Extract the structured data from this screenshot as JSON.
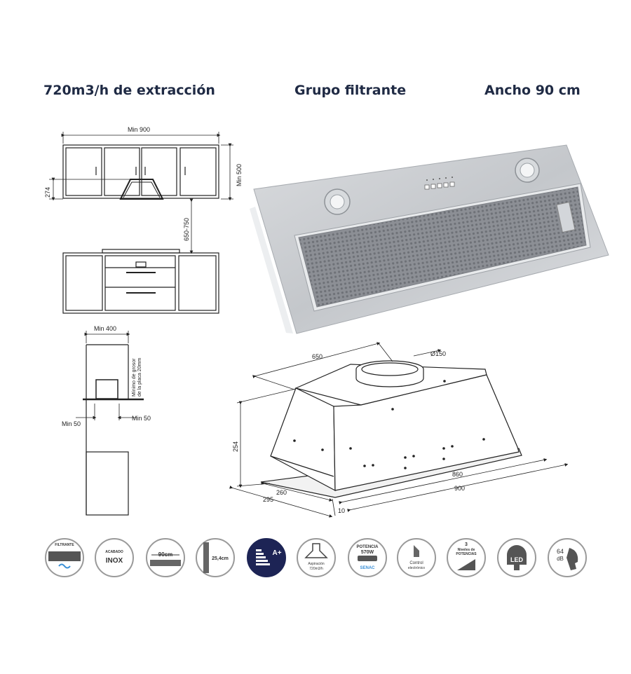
{
  "header": {
    "extraction": "720m3/h de extracción",
    "filter": "Grupo filtrante",
    "width": "Ancho 90 cm"
  },
  "drawing_left": {
    "min_900": "Min 900",
    "min_500": "Min 500",
    "h_274": "274",
    "h_650_750": "650-750",
    "min_400": "Min 400",
    "min_50_left": "Min 50",
    "min_50_right": "Min 50",
    "min_grease_1": "Mínimo de grosor",
    "min_grease_2": "de la placa 20mm"
  },
  "drawing_right": {
    "d_650": "650",
    "d_150": "Ø150",
    "d_254": "254",
    "d_260": "260",
    "d_295": "295",
    "d_860": "860",
    "d_900": "900",
    "d_10": "10"
  },
  "icons": {
    "filtrante": "FILTRANTE",
    "acabado": "ACABADO",
    "inox": "INOX",
    "ancho": "90cm",
    "altura": "25,4cm",
    "energia": "A+",
    "aspiracion_1": "Aspiración",
    "aspiracion_2": "720m3/h",
    "potencia_1": "POTENCIA",
    "potencia_2": "570W",
    "potencia_3": "SENAC",
    "control_1": "Control",
    "control_2": "electrónico",
    "niveles_1": "3",
    "niveles_2": "Niveles de",
    "niveles_3": "POTENCIAS",
    "led": "LED",
    "ruido_1": "64",
    "ruido_2": "dB"
  },
  "colors": {
    "heading": "#1f2a44",
    "icon_ring": "#9a9a9a",
    "energy_bg": "#1d2455",
    "steel": "#c9ccd0"
  }
}
